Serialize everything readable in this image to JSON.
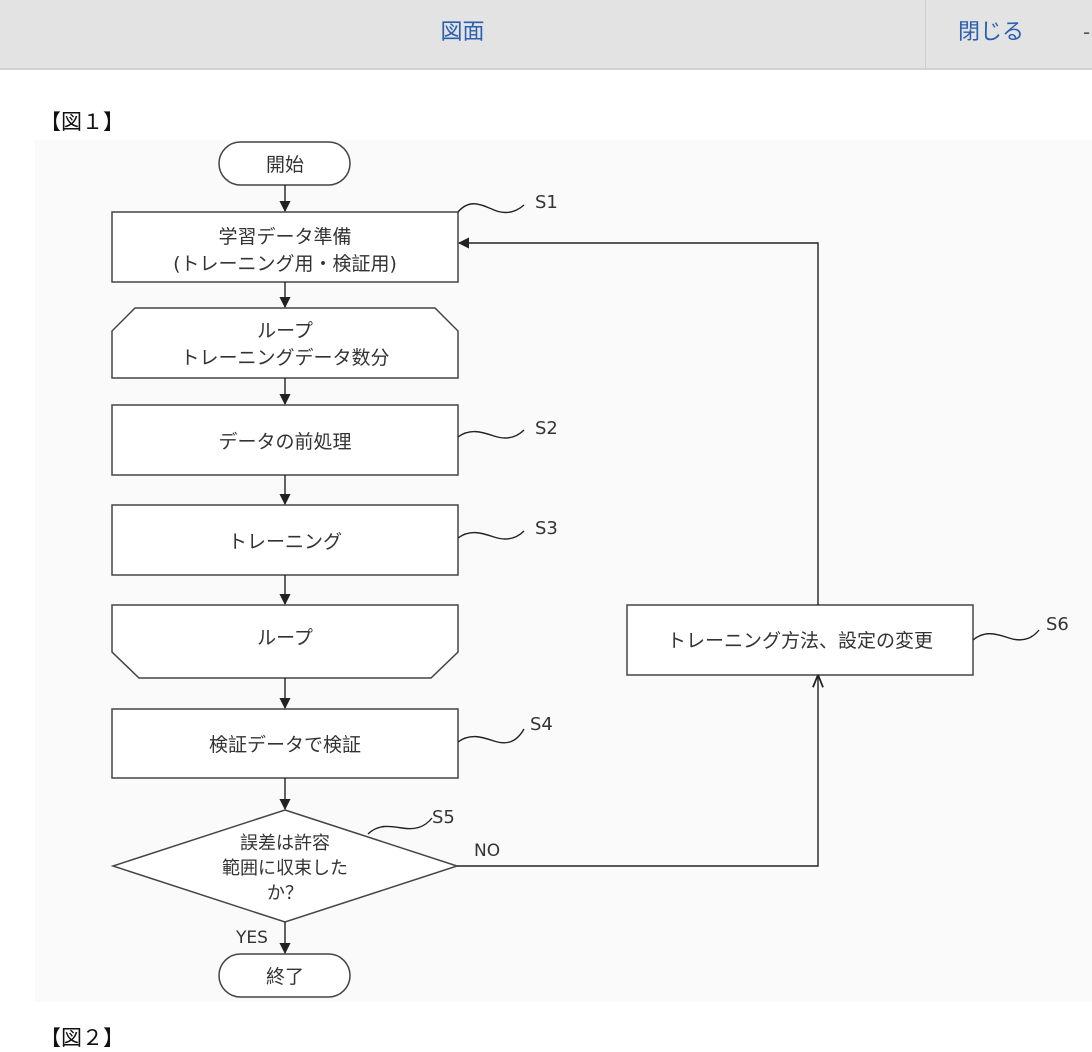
{
  "header": {
    "title": "図面",
    "close_label": "閉じる",
    "extra_glyph": "-"
  },
  "figures": [
    {
      "label": "【図１】",
      "flowchart": {
        "start": "開始",
        "end": "終了",
        "steps": {
          "s1": {
            "id": "S1",
            "lines": [
              "学習データ準備",
              "(トレーニング用・検証用)"
            ]
          },
          "loop_start": {
            "lines": [
              "ループ",
              "トレーニングデータ数分"
            ]
          },
          "s2": {
            "id": "S2",
            "lines": [
              "データの前処理"
            ]
          },
          "s3": {
            "id": "S3",
            "lines": [
              "トレーニング"
            ]
          },
          "loop_end": {
            "lines": [
              "ループ"
            ]
          },
          "s4": {
            "id": "S4",
            "lines": [
              "検証データで検証"
            ]
          },
          "s5": {
            "id": "S5",
            "lines": [
              "誤差は許容",
              "範囲に収束した",
              "か？"
            ]
          },
          "s6": {
            "id": "S6",
            "lines": [
              "トレーニング方法、設定の変更"
            ]
          }
        },
        "branch_yes": "YES",
        "branch_no": "NO"
      }
    },
    {
      "label": "【図２】"
    }
  ]
}
